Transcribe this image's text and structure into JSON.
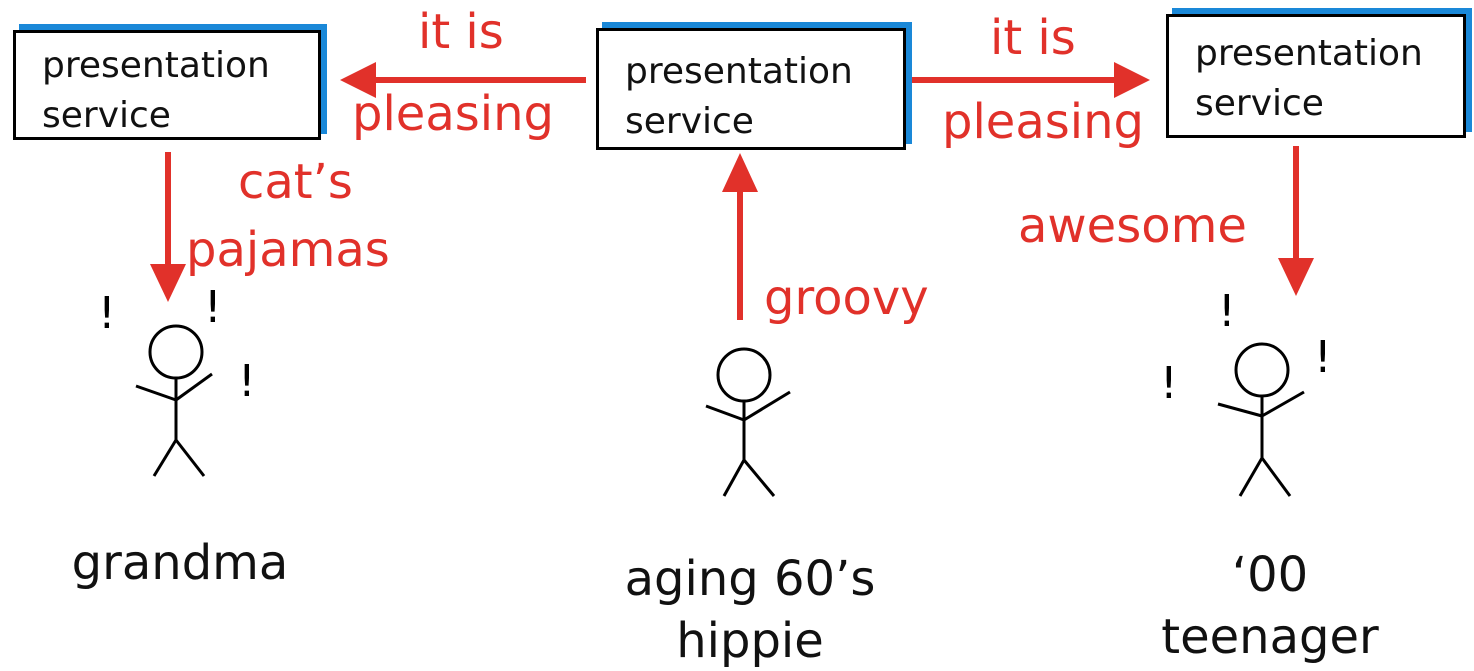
{
  "boxes": [
    {
      "line1": "presentation",
      "line2": "service"
    },
    {
      "line1": "presentation",
      "line2": "service"
    },
    {
      "line1": "presentation",
      "line2": "service"
    }
  ],
  "arrow_labels": {
    "left_top": "it is",
    "left_bottom": "pleasing",
    "right_top": "it is",
    "right_bottom": "pleasing",
    "grandma_arrow": [
      "cat’s",
      "pajamas"
    ],
    "hippie_arrow": "groovy",
    "teen_arrow": "awesome"
  },
  "exclamation": "!",
  "people": [
    {
      "lines": [
        "grandma"
      ]
    },
    {
      "lines": [
        "aging 60’s",
        "hippie"
      ]
    },
    {
      "lines": [
        "‘00",
        "teenager"
      ]
    }
  ],
  "colors": {
    "arrow": "#e1312a",
    "box_shadow": "#1a88d8",
    "ink": "#000000"
  }
}
